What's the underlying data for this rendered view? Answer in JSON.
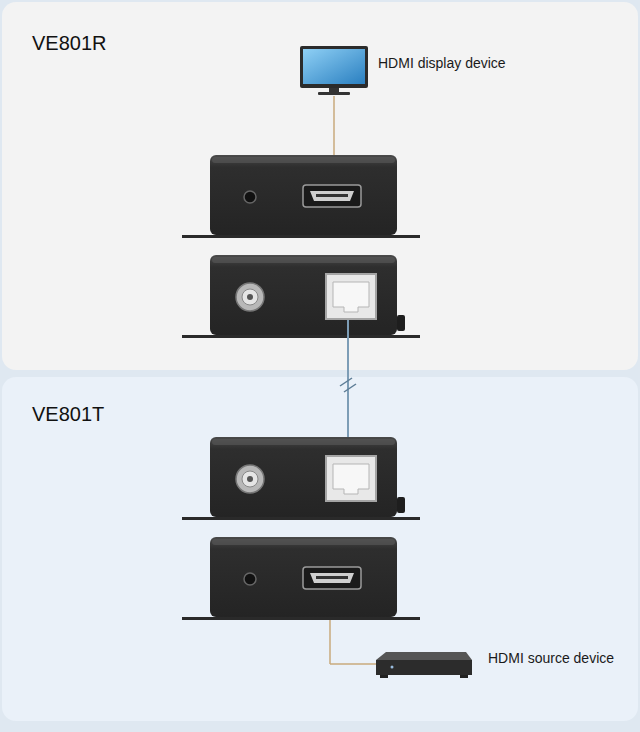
{
  "diagram": {
    "nodes": [
      {
        "text": [
          "VE801R"
        ]
      },
      {
        "text": [
          "VE801T"
        ]
      }
    ],
    "labels": [
      "HDMI display device",
      "HDMI source device"
    ]
  }
}
